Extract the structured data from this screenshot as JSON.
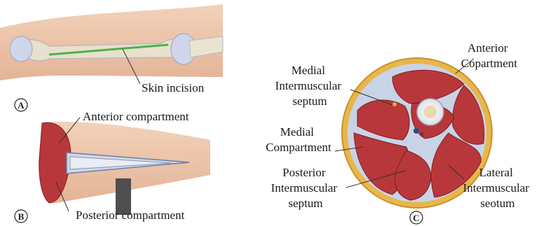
{
  "panels": {
    "a": {
      "letter": "A",
      "labels": {
        "incision": "Skin incision"
      }
    },
    "b": {
      "letter": "B",
      "labels": {
        "anterior": "Anterior compartment",
        "posterior": "Posterior compartment"
      }
    },
    "c": {
      "letter": "C",
      "labels": {
        "anterior": [
          "Anterior",
          "Copartment"
        ],
        "medial_septum": [
          "Medial",
          "Intermuscular",
          "septum"
        ],
        "medial_comp": [
          "Medial",
          "Compartment"
        ],
        "posterior_septum": [
          "Posterior",
          "Intermuscular",
          "septum"
        ],
        "lateral_septum": [
          "Lateral",
          "Intermuscular",
          "seotum"
        ]
      }
    }
  },
  "colors": {
    "skin": "#efc7a8",
    "skin_shade": "#d99f82",
    "muscle": "#b8373a",
    "fat": "#e8b64a",
    "fascia": "#c9d3e6",
    "bone": "#f3ecd9",
    "incision": "#4bb34b"
  }
}
